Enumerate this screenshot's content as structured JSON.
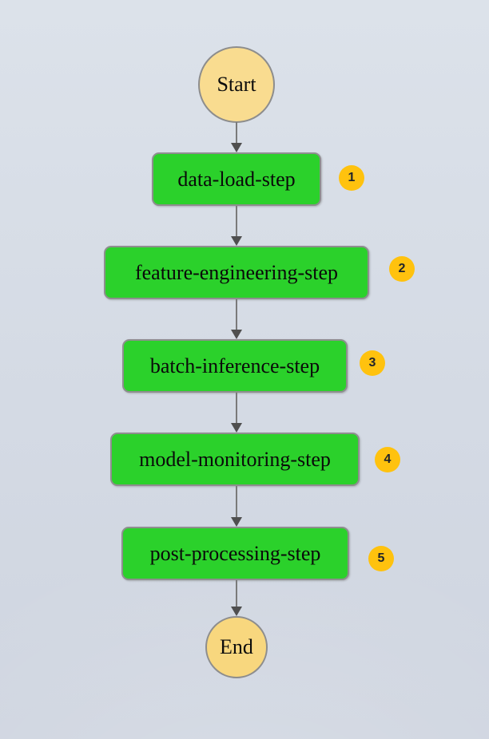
{
  "diagram": {
    "start": {
      "label": "Start"
    },
    "end": {
      "label": "End"
    },
    "steps": [
      {
        "label": "data-load-step",
        "badge": "1"
      },
      {
        "label": "feature-engineering-step",
        "badge": "2"
      },
      {
        "label": "batch-inference-step",
        "badge": "3"
      },
      {
        "label": "model-monitoring-step",
        "badge": "4"
      },
      {
        "label": "post-processing-step",
        "badge": "5"
      }
    ],
    "colors": {
      "step_fill": "#2bd12b",
      "step_border": "#8e8e8e",
      "start_fill": "#f9dc90",
      "end_fill": "#f8d77e",
      "terminal_border": "#8d8d8d",
      "badge_fill": "#ffc20e",
      "badge_text": "#1f232b",
      "arrow": "#7a7a7a",
      "arrow_head": "#4f4f4f",
      "background_top": "#dce2ea",
      "background_bottom": "#cfd5e0"
    }
  }
}
